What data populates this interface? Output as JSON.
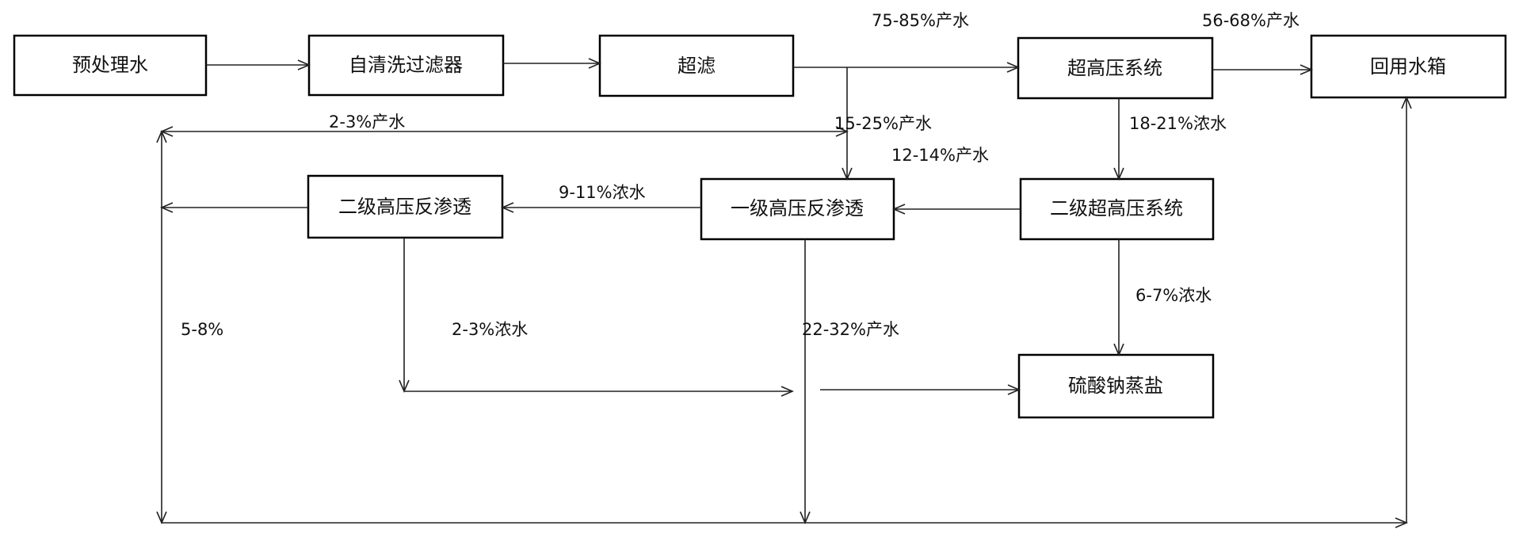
{
  "boxes": {
    "pretreated_water": "预处理水",
    "self_cleaning_filter": "自清洗过滤器",
    "ultrafiltration": "超滤",
    "ultra_high_pressure": "超高压系统",
    "reuse_tank": "回用水箱",
    "secondary_ultra_high_pressure": "二级超高压系统",
    "primary_high_pressure_ro": "一级高压反渗透",
    "secondary_high_pressure_ro": "二级高压反渗透",
    "sodium_sulfate_evaporation": "硫酸钠蒸盐"
  },
  "flow_labels": {
    "uf_product": "75-85%产水",
    "uhp_product": "56-68%产水",
    "ro2_product": "2-3%产水",
    "uf_to_ro1": "15-25%产水",
    "uhp_concentrate": "18-21%浓水",
    "uhp2_product": "12-14%产水",
    "ro1_concentrate": "9-11%浓水",
    "uhp2_concentrate": "6-7%浓水",
    "left_return": "5-8%",
    "ro2_concentrate": "2-3%浓水",
    "ro1_product": "22-32%产水"
  }
}
